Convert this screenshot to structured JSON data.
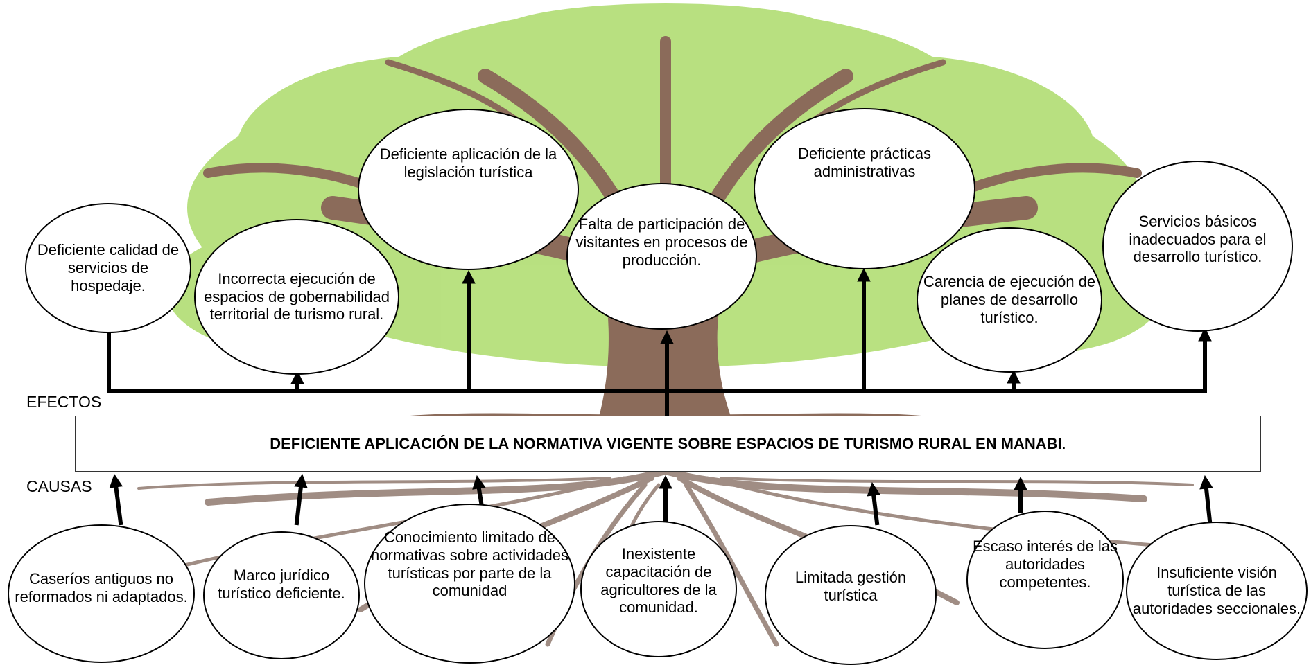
{
  "labels": {
    "effects": "EFECTOS",
    "causes": "CAUSAS"
  },
  "central_problem": "DEFICIENTE APLICACIÓN DE LA NORMATIVA VIGENTE SOBRE ESPACIOS DE TURISMO RURAL EN MANABI",
  "central_problem_period": ".",
  "effects": [
    "Deficiente calidad de servicios de hospedaje.",
    "Incorrecta ejecución de espacios de gobernabilidad territorial de turismo rural.",
    "Deficiente aplicación de la legislación turística",
    "Falta de participación de visitantes en procesos de producción.",
    "Deficiente  prácticas administrativas",
    "Carencia de ejecución de planes de desarrollo turístico.",
    "Servicios básicos inadecuados para el desarrollo turístico."
  ],
  "causes": [
    "Caseríos antiguos no reformados ni adaptados.",
    "Marco jurídico turístico deficiente.",
    "Conocimiento limitado de normativas sobre actividades turísticas por parte de la comunidad",
    "Inexistente capacitación de agricultores de la comunidad.",
    "Limitada gestión turística",
    "Escaso interés de las autoridades competentes.",
    "Insuficiente visión turística de las autoridades seccionales."
  ],
  "colors": {
    "foliage": "#b5df7a",
    "trunk": "#8b6b5a",
    "roots": "#a08d84",
    "arrow": "#000000"
  }
}
